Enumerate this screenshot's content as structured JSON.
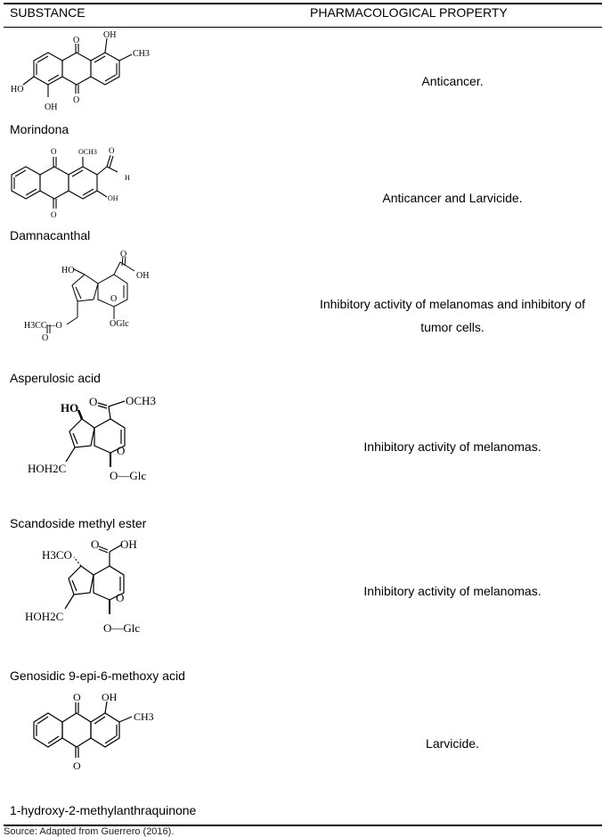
{
  "header": {
    "substance": "SUBSTANCE",
    "property": "PHARMACOLOGICAL PROPERTY"
  },
  "rows": [
    {
      "name": "Morindona",
      "property": "Anticancer."
    },
    {
      "name": "Damnacanthal",
      "property": "Anticancer and Larvicide."
    },
    {
      "name": "Asperulosic acid",
      "property": "Inhibitory activity of melanomas and inhibitory of tumor cells."
    },
    {
      "name": "Scandoside methyl ester",
      "property": "Inhibitory activity of melanomas."
    },
    {
      "name": "Genosidic 9-epi-6-methoxy acid",
      "property": "Inhibitory activity of melanomas."
    },
    {
      "name": "1-hydroxy-2-methylanthraquinone",
      "property": "Larvicide."
    }
  ],
  "structure_labels": {
    "morindona": {
      "oh_top": "OH",
      "ch3": "CH3",
      "ho_left": "HO",
      "oh_bottom": "OH",
      "o_top": "O",
      "o_bottom": "O"
    },
    "damnacanthal": {
      "och3": "OCH3",
      "o_top": "O",
      "o_ald": "O",
      "h": "H",
      "oh": "OH",
      "o_bottom": "O"
    },
    "asperulosic": {
      "ho": "HO",
      "o_acid": "O",
      "oh": "OH",
      "o_ring": "O",
      "oglc": "OGlc",
      "acetyl": "H3CC—O",
      "o_carbonyl": "O"
    },
    "scandoside": {
      "ho": "HO",
      "o_ester": "O",
      "och3": "OCH3",
      "o_ring": "O",
      "hoh2c": "HOH2C",
      "oglc": "O—Glc"
    },
    "genosidic": {
      "h3co": "H3CO",
      "o_acid": "O",
      "oh": "OH",
      "o_ring": "O",
      "hoh2c": "HOH2C",
      "oglc": "O—Glc"
    },
    "methylanthraquinone": {
      "o_top": "O",
      "oh": "OH",
      "ch3": "CH3",
      "o_bottom": "O"
    }
  },
  "source": "Source: Adapted from Guerrero (2016)."
}
